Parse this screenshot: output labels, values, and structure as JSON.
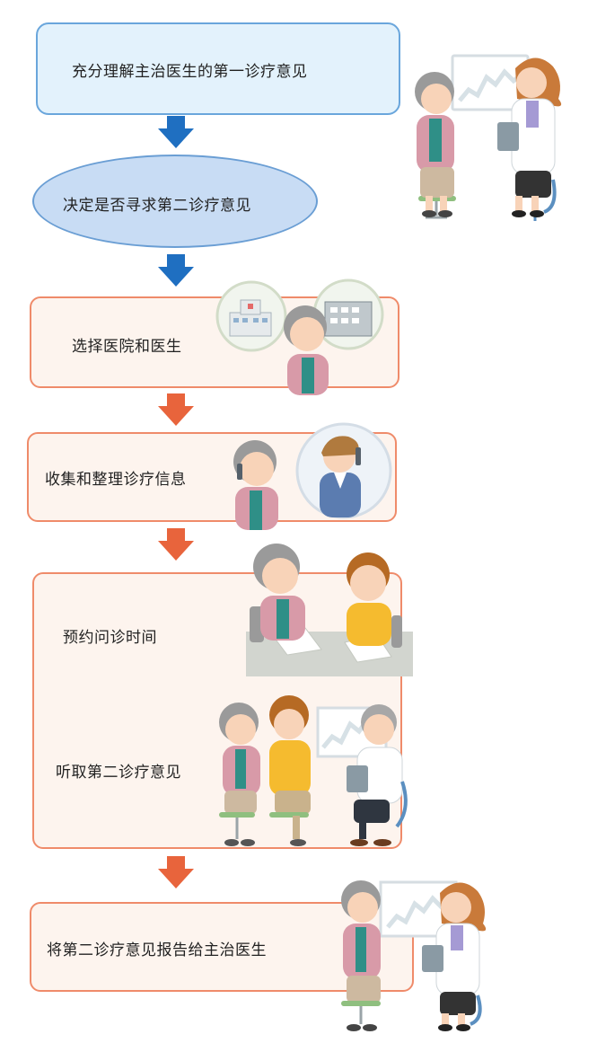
{
  "flowchart": {
    "steps": [
      "充分理解主治医生的第一诊疗意见",
      "决定是否寻求第二诊疗意见",
      "选择医院和医生",
      "收集和整理诊疗信息",
      "预约问诊时间",
      "听取第二诊疗意见",
      "将第二诊疗意见报告给主治医生"
    ]
  },
  "colors": {
    "blue_arrow": "#1f6fc1",
    "orange_arrow": "#e8643c",
    "blue_box_fill": "#e3f2fc",
    "blue_ellipse_fill": "#c8dcf4",
    "orange_box_fill": "#fdf4ee",
    "orange_border": "#ef8b6a"
  },
  "illustrations": [
    "patient-and-doctor-consultation",
    "patient-choosing-hospitals",
    "patient-phone-call",
    "patient-appointment-meeting",
    "patient-family-doctor-consultation",
    "patient-reporting-to-doctor"
  ]
}
